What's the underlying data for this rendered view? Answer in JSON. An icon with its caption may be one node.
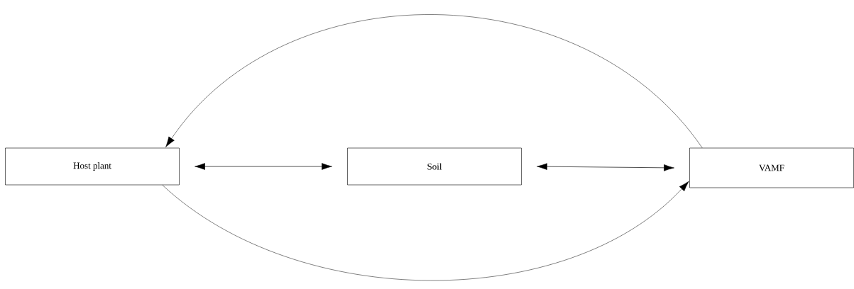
{
  "diagram": {
    "nodes": [
      {
        "text": [
          "Host plant"
        ]
      },
      {
        "text": [
          "Soil"
        ]
      },
      {
        "text": [
          "VAMF"
        ]
      }
    ],
    "edges": [
      {
        "from": 0,
        "to": 1,
        "arrow": "both"
      },
      {
        "from": 1,
        "to": 2,
        "arrow": "both"
      },
      {
        "from": 2,
        "to": 0,
        "arrow": "to"
      },
      {
        "from": 0,
        "to": 2,
        "arrow": "to"
      }
    ]
  }
}
